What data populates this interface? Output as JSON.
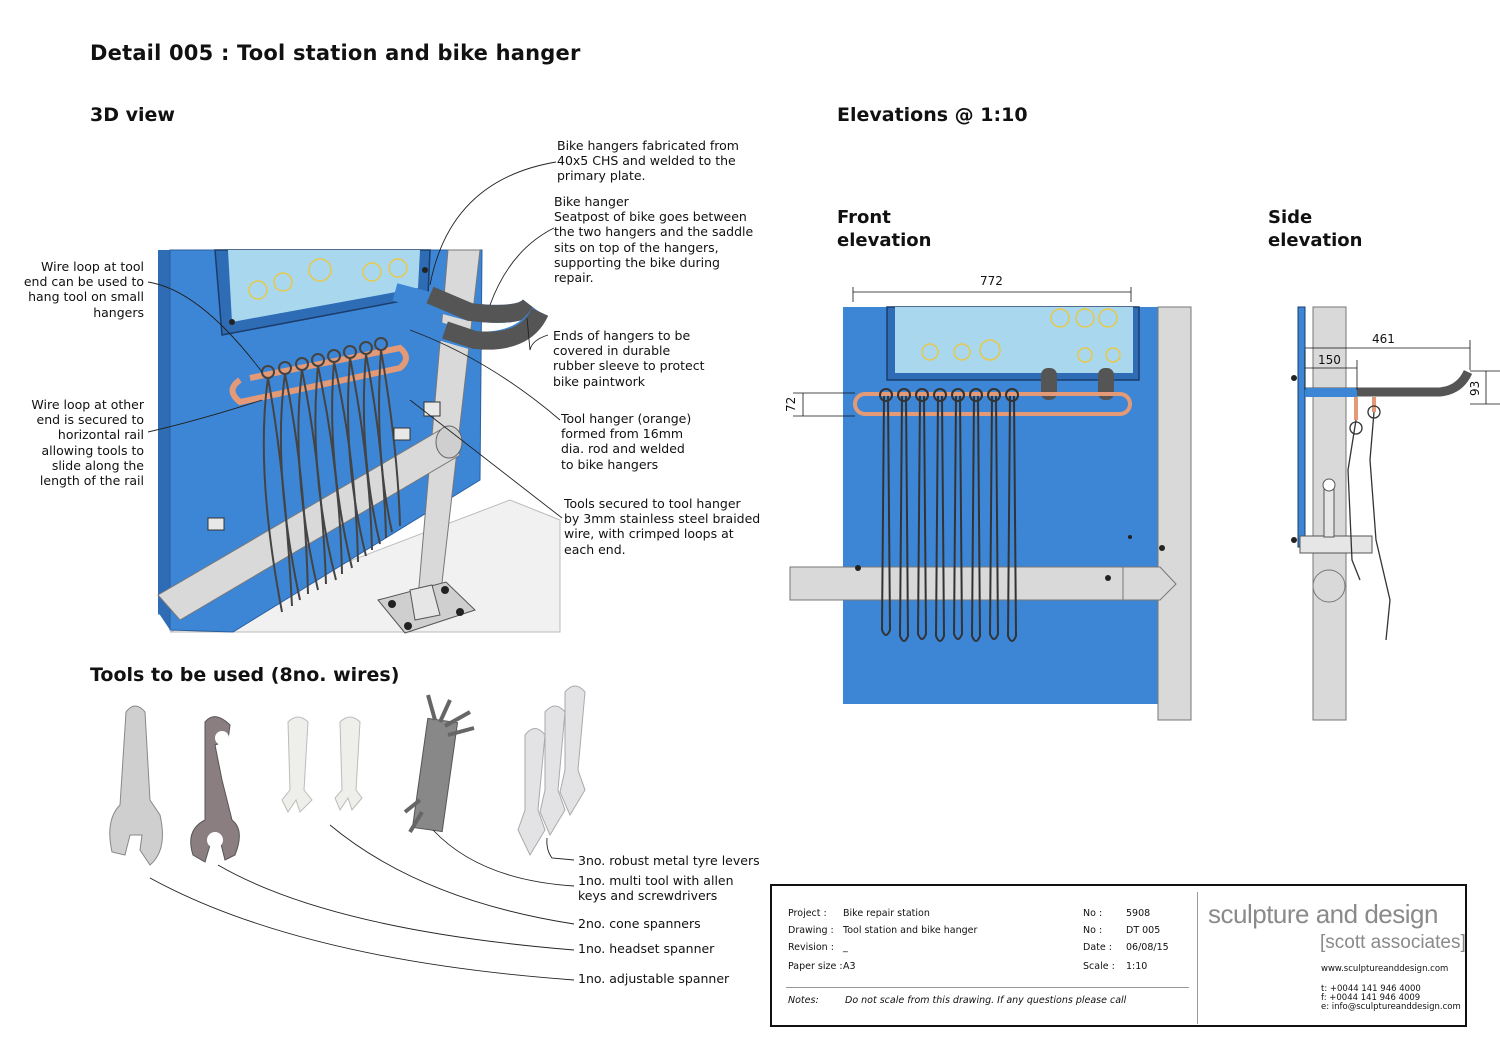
{
  "titles": {
    "main": "Detail 005 : Tool station and bike hanger",
    "view3d": "3D view",
    "elevations": "Elevations @ 1:10",
    "front": "Front\nelevation",
    "side": "Side\nelevation",
    "tools": "Tools to be used (8no. wires)"
  },
  "notes": {
    "fabricated": "Bike hangers fabricated from\n40x5 CHS and welded to the\nprimary plate.",
    "hanger": "Bike hanger\nSeatpost of bike goes between\nthe two hangers and the saddle\nsits on top of the hangers,\nsupporting the bike during\nrepair.",
    "ends": "Ends of hangers to be\ncovered in durable\nrubber sleeve to protect\nbike paintwork",
    "tool_hanger": "Tool hanger (orange)\nformed from 16mm\ndia. rod and welded\nto bike hangers",
    "tools_secured": "Tools secured to tool hanger\nby 3mm stainless steel braided\nwire, with crimped loops at\neach end.",
    "wire_tool": "Wire loop at tool\nend can be used to\nhang tool on  small\nhangers",
    "wire_other": "Wire loop at other\nend is secured to\nhorizontal rail\nallowing tools to\nslide along the\nlength of the rail"
  },
  "tools_list": [
    "3no. robust metal tyre levers",
    "1no. multi tool with allen\nkeys and screwdrivers",
    "2no. cone spanners",
    "1no. headset spanner",
    "1no. adjustable spanner"
  ],
  "dims": {
    "front_width": "772",
    "front_height": "72",
    "side_depth": "461",
    "side_offset": "150",
    "side_height": "93"
  },
  "titleblock": {
    "project_label": "Project :",
    "project": "Bike repair station",
    "drawing_label": "Drawing :",
    "drawing": "Tool station and bike hanger",
    "revision_label": "Revision :",
    "revision": "_",
    "paper_label": "Paper size :",
    "paper": "A3",
    "no1_label": "No :",
    "no1": "5908",
    "no2_label": "No :",
    "no2": "DT 005",
    "date_label": "Date :",
    "date": "06/08/15",
    "scale_label": "Scale :",
    "scale": "1:10",
    "notes_label": "Notes:",
    "notes": "Do not scale from this drawing.  If any questions please call",
    "brand": "sculpture and design",
    "brand_sub": "[scott associates]",
    "web": "www.sculptureanddesign.com",
    "tel": "t:  +0044 141 946 4000",
    "fax": "f:  +0044 141 946 4009",
    "email": "e:  info@sculptureanddesign.com"
  },
  "colors": {
    "panel": "#3d86d6",
    "orange": "#e59a77",
    "pipe": "#d9d9d9",
    "screen": "#a9d8ee"
  }
}
